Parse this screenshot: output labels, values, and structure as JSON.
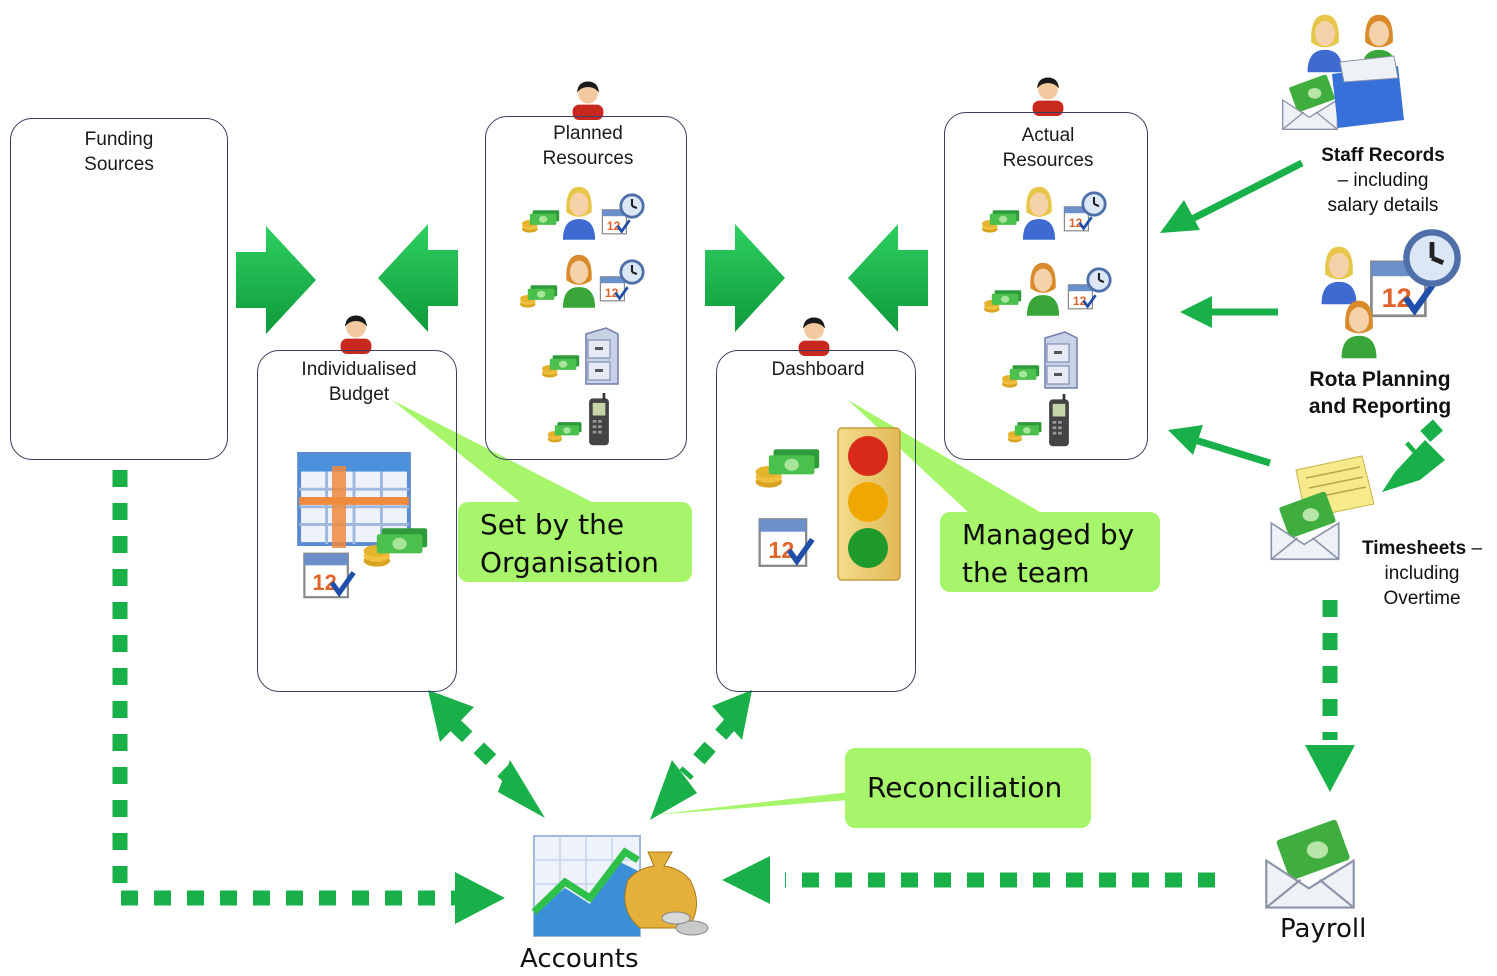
{
  "boxes": {
    "funding": {
      "title_line1": "Funding",
      "title_line2": "Sources"
    },
    "budget": {
      "title_line1": "Individualised",
      "title_line2": "Budget"
    },
    "planned": {
      "title_line1": "Planned",
      "title_line2": "Resources"
    },
    "dashboard": {
      "title": "Dashboard"
    },
    "actual": {
      "title_line1": "Actual",
      "title_line2": "Resources"
    }
  },
  "callouts": {
    "set_by": {
      "line1": "Set by the",
      "line2": "Organisation"
    },
    "managed_by": {
      "line1": "Managed by",
      "line2": "the team"
    },
    "reconciliation": "Reconciliation"
  },
  "sources": {
    "staff_records": {
      "bold": "Staff Records",
      "line2": "– including",
      "line3": "salary details"
    },
    "rota": {
      "line1": "Rota Planning",
      "line2": "and Reporting"
    },
    "timesheets": {
      "bold": "Timesheets",
      "dash": " –",
      "line2": "including",
      "line3": "Overtime"
    }
  },
  "endpoints": {
    "accounts": "Accounts",
    "payroll": "Payroll"
  },
  "calendar_number": "12",
  "colors": {
    "arrow_green": "#19b04a",
    "callout_green": "#a6f56a",
    "box_border": "#3a3f5c",
    "money_green": "#3caa3c",
    "traffic_red": "#d92b1a",
    "traffic_amber": "#f0a800",
    "traffic_green": "#1f9a2a"
  }
}
